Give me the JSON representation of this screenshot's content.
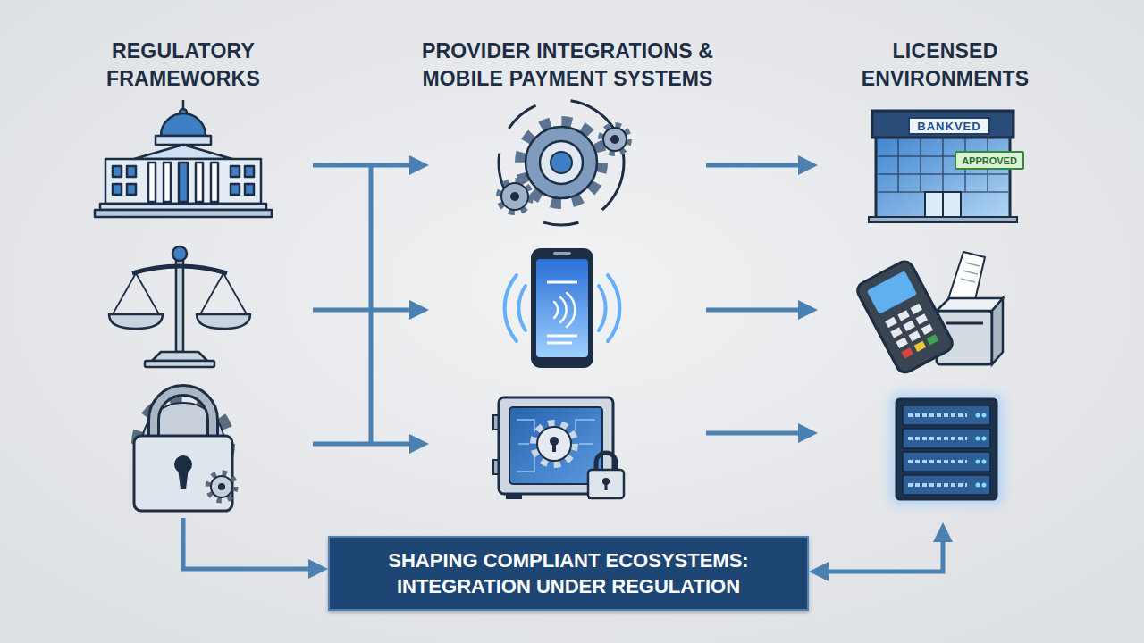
{
  "diagram": {
    "nodes": [
      {
        "text": [
          "REGULATORY FRAMEWORKS"
        ]
      },
      {
        "text": [
          "PROVIDER INTEGRATIONS & MOBILE PAYMENT SYSTEMS"
        ]
      },
      {
        "text": [
          "LICENSED ENVIRONMENTS"
        ]
      },
      {
        "text": [
          "BANKVED"
        ],
        "in": 2
      },
      {
        "text": [
          "APPROVED"
        ],
        "in": 2
      },
      {
        "text": [
          "SHAPING COMPLIANT ECOSYSTEMS: INTEGRATION UNDER REGULATION"
        ]
      }
    ],
    "edges": [
      {
        "from": 0,
        "to": 1,
        "arrow": "to"
      },
      {
        "from": 0,
        "to": 1,
        "arrow": "to"
      },
      {
        "from": 0,
        "to": 1,
        "arrow": "to"
      },
      {
        "from": 1,
        "to": 2,
        "arrow": "to"
      },
      {
        "from": 1,
        "to": 2,
        "arrow": "to"
      },
      {
        "from": 1,
        "to": 2,
        "arrow": "to"
      },
      {
        "from": 0,
        "to": 5,
        "arrow": "to"
      },
      {
        "from": 5,
        "to": 2,
        "arrow": "both"
      }
    ]
  }
}
